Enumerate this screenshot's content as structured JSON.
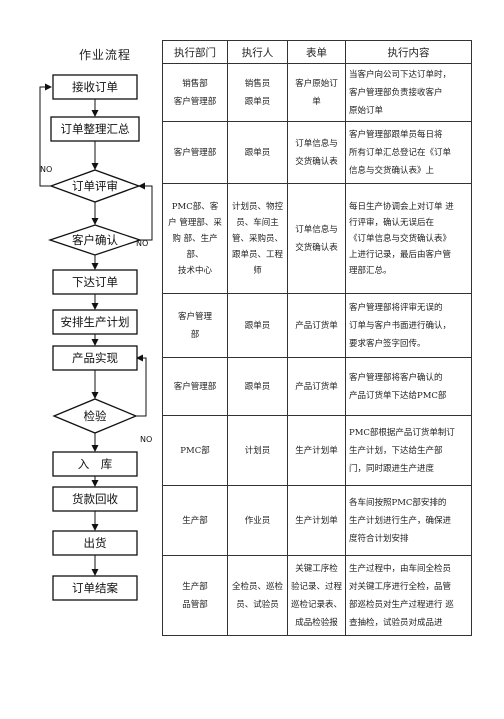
{
  "flow": {
    "title": "作业流程",
    "steps": [
      {
        "id": "s1",
        "label": "接收订单",
        "shape": "rect"
      },
      {
        "id": "s2",
        "label": "订单整理汇总",
        "shape": "rect"
      },
      {
        "id": "s3",
        "label": "订单评审",
        "shape": "diamond"
      },
      {
        "id": "s4",
        "label": "客户确认",
        "shape": "diamond"
      },
      {
        "id": "s5",
        "label": "下达订单",
        "shape": "rect"
      },
      {
        "id": "s6",
        "label": "安排生产计划",
        "shape": "rect"
      },
      {
        "id": "s7",
        "label": "产品实现",
        "shape": "rect"
      },
      {
        "id": "s8",
        "label": "检验",
        "shape": "diamond"
      },
      {
        "id": "s9",
        "label": "入　库",
        "shape": "rect"
      },
      {
        "id": "s10",
        "label": "货款回收",
        "shape": "rect"
      },
      {
        "id": "s11",
        "label": "出货",
        "shape": "rect"
      },
      {
        "id": "s12",
        "label": "订单结案",
        "shape": "rect"
      }
    ],
    "no_labels": [
      "NO",
      "NO",
      "NO"
    ]
  },
  "table": {
    "headers": [
      "执行部门",
      "执行人",
      "表单",
      "执行内容"
    ],
    "rows": [
      {
        "dept": "销售部\n客户管理部",
        "person": "销售员\n跟单员",
        "form": "客户原始订\n单",
        "content": "当客户向公司下达订单时，\n客户管理部负责接收客户\n原始订单"
      },
      {
        "dept": "客户管理部",
        "person": "跟单员",
        "form": "订单信息与\n交货确认表",
        "content": "客户管理部跟单员每日将\n所有订单汇总登记在《订单\n信息与交货确认表》上"
      },
      {
        "dept": "PMC部、客\n户 管理部、采\n购 部、生产\n部、\n技术中心",
        "person": "计划员、物控\n员、车间主\n管、采购员、\n跟单员、工程\n师",
        "form": "订单信息与\n交货确认表",
        "content": "每日生产协调会上对订单 进\n行评审，确认无误后在\n《订单信息与交货确认表》\n上进行记录，最后由客户管\n理部汇总。"
      },
      {
        "dept": "客户管理\n部",
        "person": "跟单员",
        "form": "产品订货单",
        "content": "客户管理部将评审无误的\n订单与客户书面进行确认，\n要求客户签字回传。"
      },
      {
        "dept": "客户管理部",
        "person": "跟单员",
        "form": "产品订货单",
        "content": "客户管理部将客户确认的\n产品订货单下达给PMC部"
      },
      {
        "dept": "PMC部",
        "person": "计划员",
        "form": "生产计划单",
        "content": "PMC部根据产品订货单制订\n生产计划，下达给生产部\n门，同时跟进生产进度"
      },
      {
        "dept": "生产部",
        "person": "作业员",
        "form": "生产计划单",
        "content": "各车间按照PMC部安排的\n生产计划进行生产，确保进\n度符合计划安排"
      },
      {
        "dept": "生产部\n品管部",
        "person": "全检员、巡检\n员、试验员",
        "form": "关键工序检\n验记录、过程\n巡检记录表、\n成品检验报",
        "content": "生产过程中，由车间全检员\n对关键工序进行全检，品管\n部巡检员对生产过程进行 巡\n查抽检，试验员对成品进"
      }
    ]
  }
}
